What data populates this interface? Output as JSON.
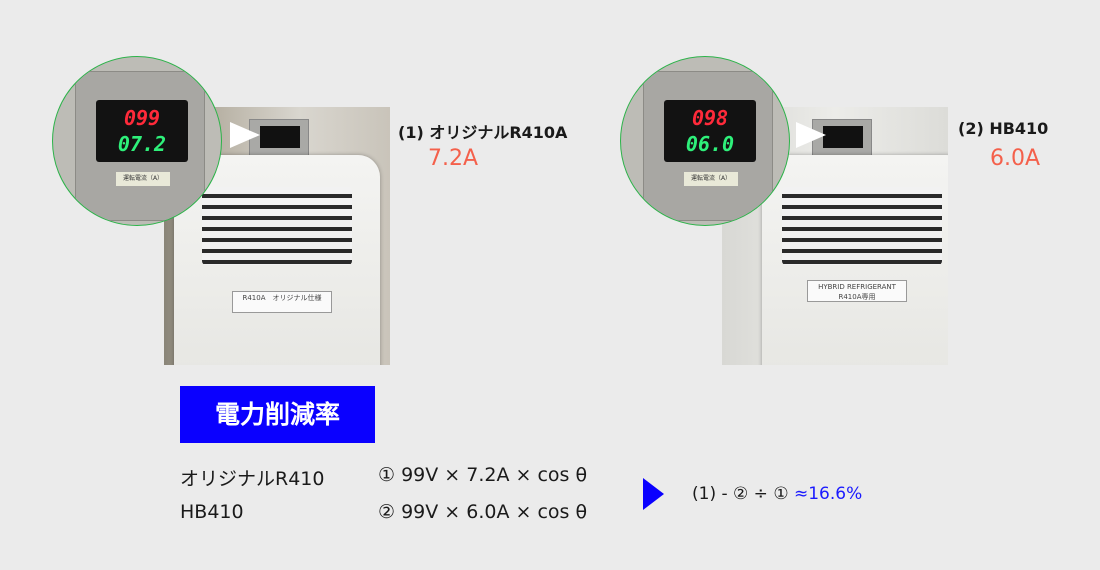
{
  "products": [
    {
      "label": "(1) オリジナルR410A",
      "current": "7.2A",
      "meter_top": "099",
      "meter_bottom": "07.2",
      "meter_caption": "運転電流（A）",
      "unit_tag": "R410A　オリジナル仕様"
    },
    {
      "label": "(2) HB410",
      "current": "6.0A",
      "meter_top": "098",
      "meter_bottom": "06.0",
      "meter_caption": "運転電流（A）",
      "unit_tag": "HYBRID REFRIGERANT R410A専用"
    }
  ],
  "section_title": "電力削減率",
  "rows": [
    {
      "name": "オリジナルR410",
      "formula": "① 99V × 7.2A × cos θ"
    },
    {
      "name": "HB410",
      "formula": "② 99V × 6.0A × cos θ"
    }
  ],
  "calculation": {
    "expression": "(1) - ② ÷ ①",
    "result": "≈16.6%"
  },
  "colors": {
    "accent": "#0a00ff",
    "current": "#f4604b",
    "circle_border": "#2db34a"
  }
}
